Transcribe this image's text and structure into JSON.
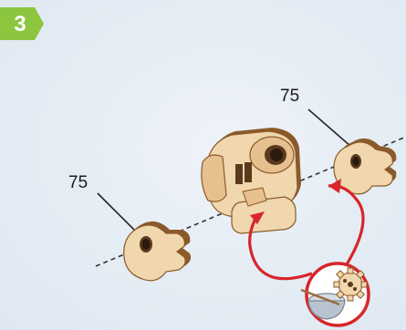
{
  "step": {
    "number": "3",
    "badge_color": "#8cc63f"
  },
  "labels": {
    "left_part": "75",
    "right_part": "75"
  },
  "colors": {
    "wood": "#f1d7ad",
    "wood_edge": "#8b5a2b",
    "arrow": "#d7262b",
    "axis": "#333333"
  },
  "icons": [
    "glue-bowl-icon",
    "gear-icon",
    "brush-icon"
  ]
}
